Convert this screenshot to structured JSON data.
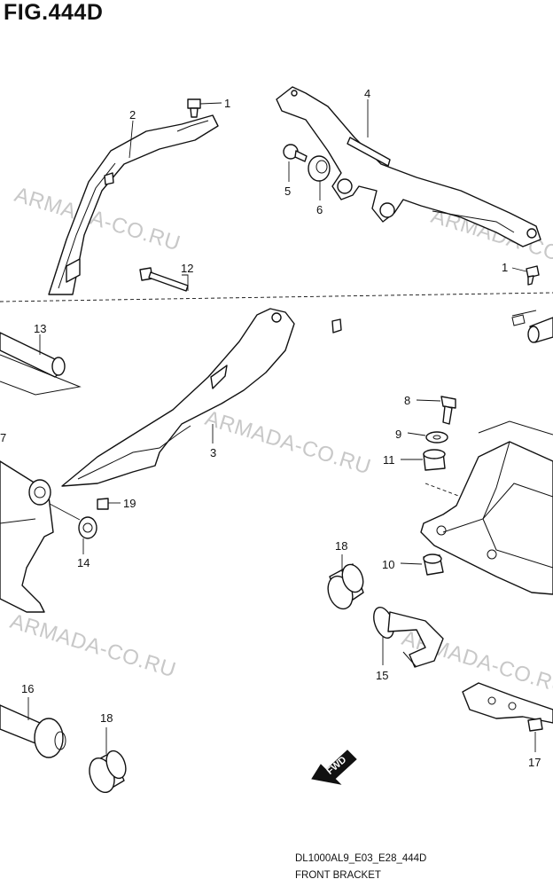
{
  "figure": {
    "title": "FIG.444D",
    "code": "DL1000AL9_E03_E28_444D",
    "name": "FRONT BRACKET",
    "direction_mark": "FWD"
  },
  "watermark": "ARMADA-CO.RU",
  "callouts": [
    "1",
    "2",
    "3",
    "4",
    "5",
    "6",
    "7",
    "8",
    "9",
    "10",
    "11",
    "12",
    "13",
    "14",
    "15",
    "16",
    "17",
    "18",
    "19"
  ]
}
